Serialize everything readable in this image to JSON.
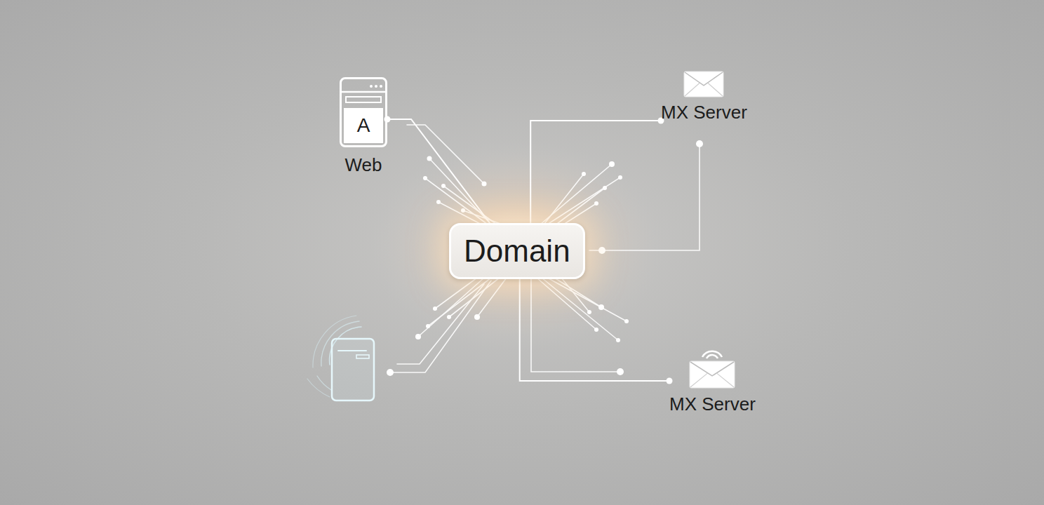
{
  "diagram": {
    "nodes": [
      {
        "text": [
          "A",
          "Web"
        ]
      },
      {
        "text": [
          "MX Server"
        ]
      },
      {
        "text": [
          "Domain"
        ]
      },
      {
        "text": [
          "MX Server"
        ]
      }
    ],
    "edges": [
      {
        "from": 2,
        "to": 0,
        "arrow": "none"
      },
      {
        "from": 2,
        "to": 1,
        "arrow": "none"
      },
      {
        "from": 2,
        "to": 3,
        "arrow": "none"
      }
    ]
  }
}
